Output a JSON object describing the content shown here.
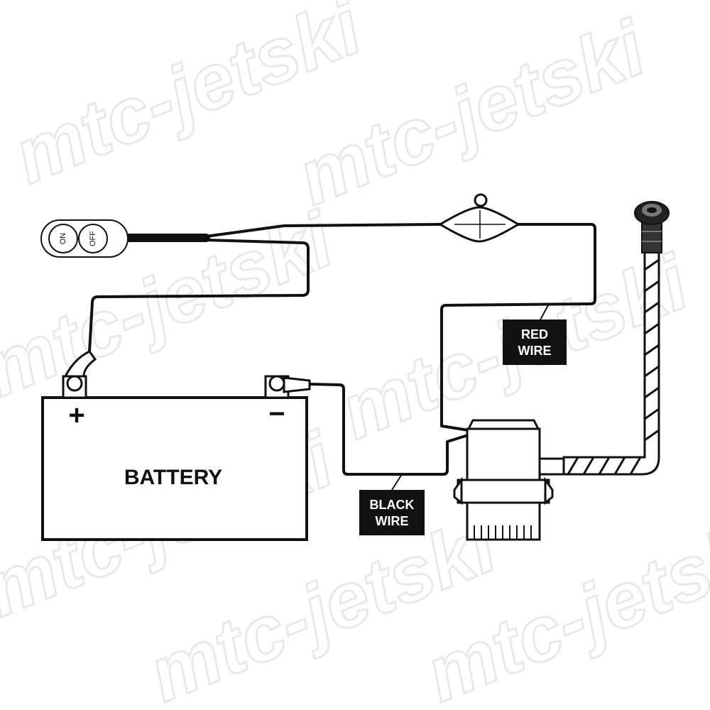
{
  "watermark": "mtc-jetski",
  "switch": {
    "on_label": "ON",
    "off_label": "OFF"
  },
  "battery": {
    "label": "BATTERY",
    "positive": "+",
    "negative": "−"
  },
  "labels": {
    "red_wire": [
      "RED",
      "WIRE"
    ],
    "black_wire": [
      "BLACK",
      "WIRE"
    ]
  },
  "colors": {
    "line": "#111111",
    "label_bg": "#111111",
    "label_text": "#ffffff",
    "watermark": "#e9e9e9"
  }
}
